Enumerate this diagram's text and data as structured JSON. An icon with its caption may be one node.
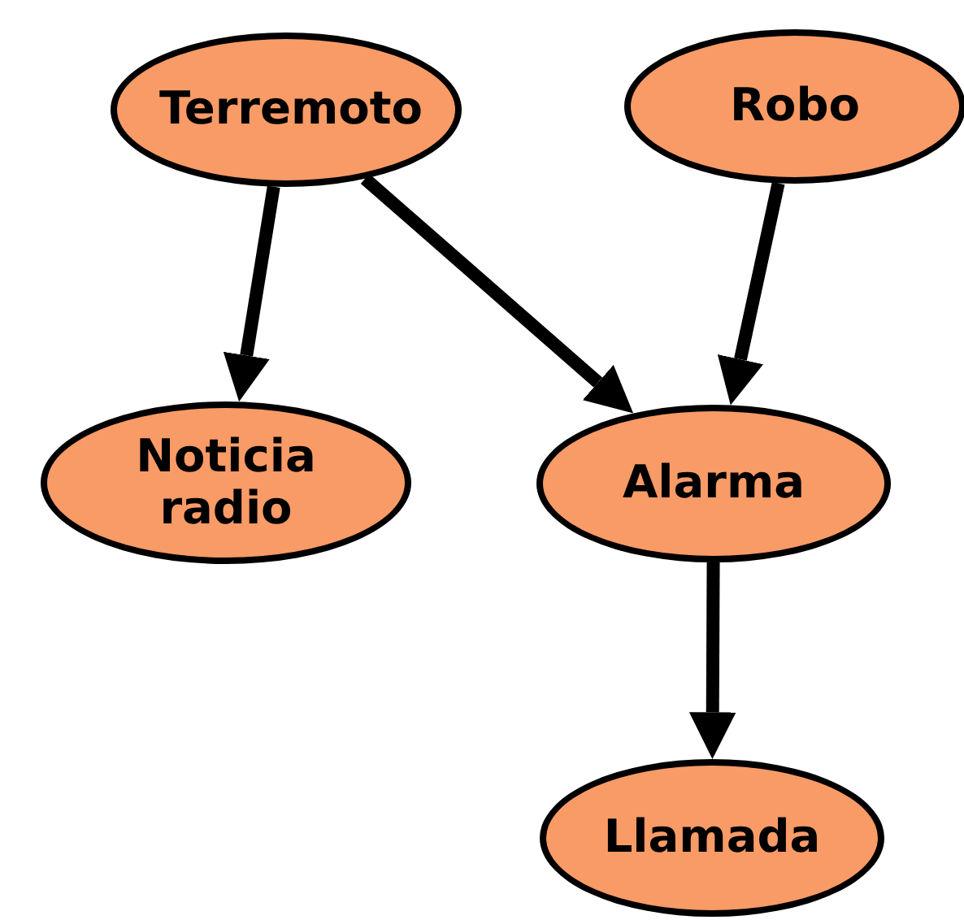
{
  "diagram": {
    "nodes": [
      {
        "text": [
          "Terremoto"
        ]
      },
      {
        "text": [
          "Robo"
        ]
      },
      {
        "text": [
          "Noticia radio"
        ]
      },
      {
        "text": [
          "Alarma"
        ]
      },
      {
        "text": [
          "Llamada"
        ]
      }
    ],
    "edges": [
      {
        "from": 0,
        "to": 2,
        "arrow": "to"
      },
      {
        "from": 0,
        "to": 3,
        "arrow": "to"
      },
      {
        "from": 1,
        "to": 3,
        "arrow": "to"
      },
      {
        "from": 3,
        "to": 4,
        "arrow": "to"
      }
    ]
  }
}
